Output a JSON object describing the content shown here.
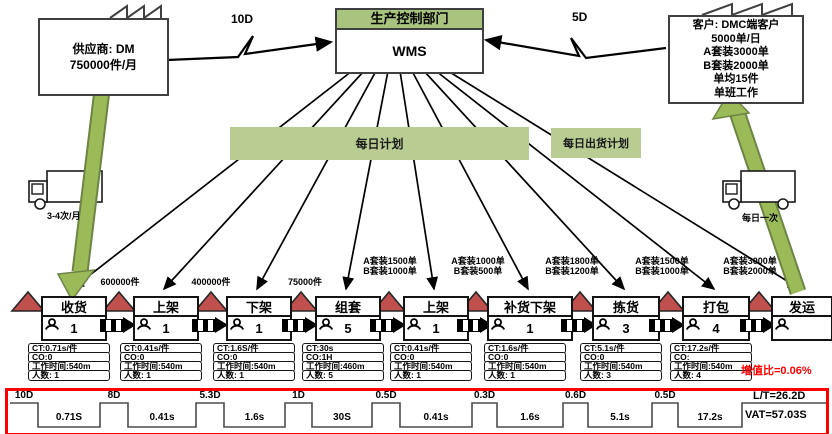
{
  "supplier": {
    "line1": "供应商: DM",
    "line2": "750000件/月"
  },
  "customer": {
    "lines": [
      "客户: DMC端客户",
      "5000单/日",
      "A套装3000单",
      "B套装2000单",
      "单均15件",
      "单班工作"
    ]
  },
  "production_control": {
    "title": "生产控制部门",
    "system": "WMS"
  },
  "info_flow": {
    "left_lead": "10D",
    "right_lead": "5D"
  },
  "plans": {
    "daily_plan": "每日计划",
    "daily_ship_plan": "每日出货计划"
  },
  "logistics": {
    "inbound_frequency": "3-4次/月",
    "outbound_frequency": "每日一次"
  },
  "processes": [
    {
      "name": "收货",
      "operators": "1",
      "metrics": {
        "ct": "CT:0.71s/件",
        "co": "CO:0",
        "work_time": "工作时间:540m",
        "headcount": "人数: 1"
      }
    },
    {
      "name": "上架",
      "operators": "1",
      "metrics": {
        "ct": "CT:0.41s/件",
        "co": "CO:0",
        "work_time": "工作时间:540m",
        "headcount": "人数: 1"
      }
    },
    {
      "name": "下架",
      "operators": "1",
      "metrics": {
        "ct": "CT:1.6S/件",
        "co": "CO:0",
        "work_time": "工作时间:540m",
        "headcount": "人数: 1"
      }
    },
    {
      "name": "组套",
      "operators": "5",
      "metrics": {
        "ct": "CT:30s",
        "co": "CO:1H",
        "work_time": "工作时间:460m",
        "headcount": "人数: 5"
      }
    },
    {
      "name": "上架",
      "operators": "1",
      "metrics": {
        "ct": "CT:0.41s/件",
        "co": "CO:0",
        "work_time": "工作时间:540m",
        "headcount": "人数: 1"
      }
    },
    {
      "name": "补货下架",
      "operators": "1",
      "metrics": {
        "ct": "CT:1.6s/件",
        "co": "CO:0",
        "work_time": "工作时间:540m",
        "headcount": "人数: 1"
      }
    },
    {
      "name": "拣货",
      "operators": "3",
      "metrics": {
        "ct": "CT:5.1s/件",
        "co": "CO:0",
        "work_time": "工作时间:540m",
        "headcount": "人数: 3"
      }
    },
    {
      "name": "打包",
      "operators": "4",
      "metrics": {
        "ct": "CT:17.2s/件",
        "co": "CO:",
        "work_time": "工作时间:540m",
        "headcount": "人数: 4"
      }
    },
    {
      "name": "发运",
      "operators": "",
      "metrics": null
    }
  ],
  "inventories": [
    {
      "lines": [
        "600000件"
      ]
    },
    {
      "lines": [
        "400000件"
      ]
    },
    {
      "lines": [
        "75000件"
      ]
    },
    {
      "lines": [
        "A套装1500单",
        "B套装1000单"
      ]
    },
    {
      "lines": [
        "A套装1000单",
        "B套装500单"
      ]
    },
    {
      "lines": [
        "A套装1800单",
        "B套装1200单"
      ]
    },
    {
      "lines": [
        "A套装1500单",
        "B套装1000单"
      ]
    },
    {
      "lines": [
        "A套装3000单",
        "B套装2000单"
      ]
    }
  ],
  "value_add_ratio": "增值比=0.06%",
  "timeline": {
    "days": [
      "10D",
      "8D",
      "5.3D",
      "1D",
      "0.5D",
      "0.3D",
      "0.6D",
      "0.5D"
    ],
    "seconds": [
      "0.71S",
      "0.41s",
      "1.6s",
      "30S",
      "0.41s",
      "1.6s",
      "5.1s",
      "17.2s"
    ],
    "lead_time": "L/T=26.2D",
    "value_add_time": "VAT=57.03S"
  },
  "colors": {
    "plan_green": "#b9cd92",
    "header_green": "#a9c47f",
    "inventory_red": "#c0504d",
    "flow_green": "#9bbb59",
    "flow_green_dark": "#6e8444",
    "highlight_red": "#ff0000"
  }
}
